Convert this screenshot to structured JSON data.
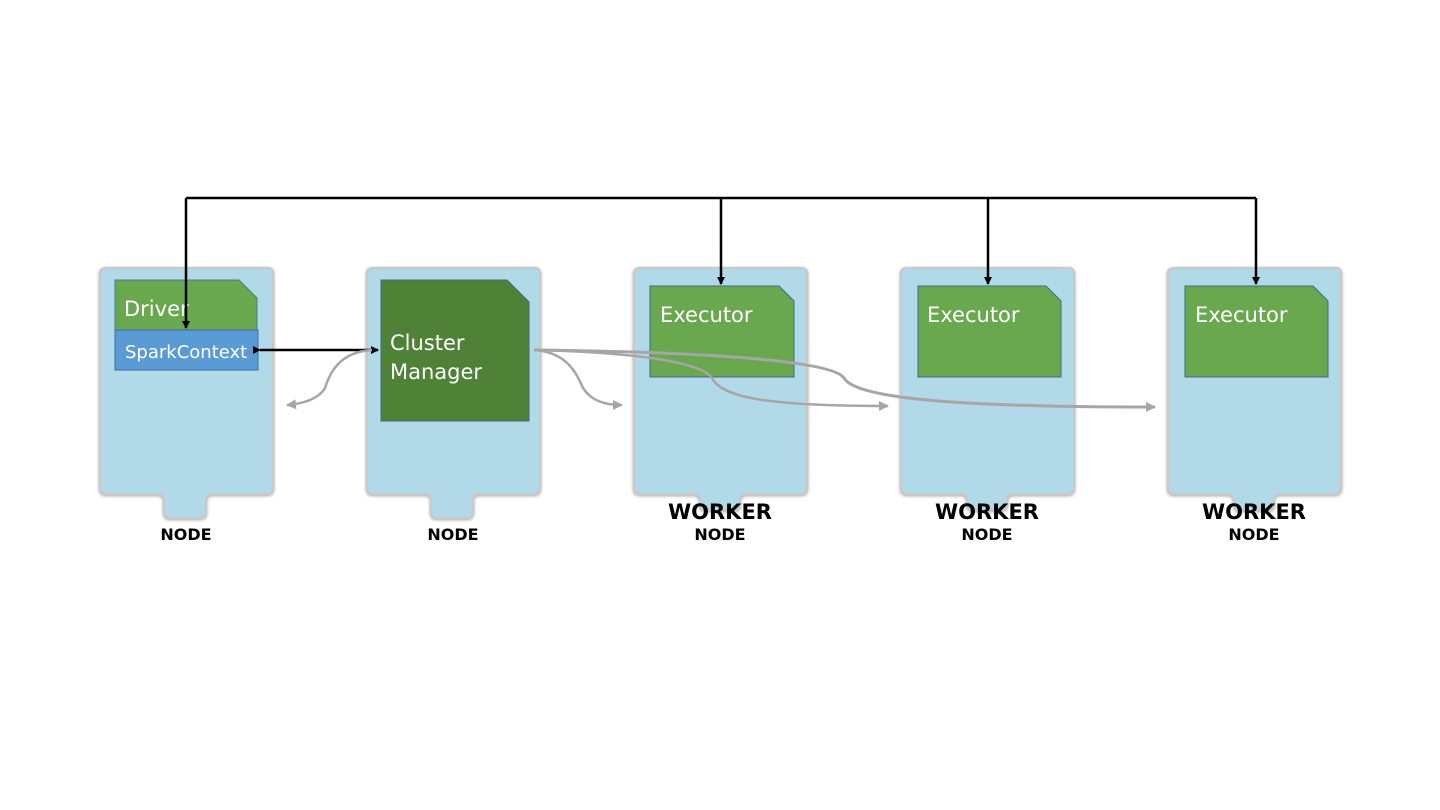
{
  "diagram": {
    "nodes": [
      {
        "id": "driver-node",
        "primary_label": "",
        "secondary_label": "NODE",
        "box_title": "Driver",
        "sub_box": "SparkContext"
      },
      {
        "id": "cluster-manager-node",
        "primary_label": "",
        "secondary_label": "NODE",
        "box_title_line1": "Cluster",
        "box_title_line2": "Manager"
      },
      {
        "id": "worker-node-1",
        "primary_label": "WORKER",
        "secondary_label": "NODE",
        "box_title": "Executor"
      },
      {
        "id": "worker-node-2",
        "primary_label": "WORKER",
        "secondary_label": "NODE",
        "box_title": "Executor"
      },
      {
        "id": "worker-node-3",
        "primary_label": "WORKER",
        "secondary_label": "NODE",
        "box_title": "Executor"
      }
    ],
    "colors": {
      "node_fill": "#b2d9e7",
      "node_shadow": "#9a9a9a",
      "driver_green": "#6aa84f",
      "cluster_green": "#4f8236",
      "executor_green": "#6aa84f",
      "spark_blue": "#5b9bd5",
      "arrow_black": "#000000",
      "arrow_gray": "#a6a6a6"
    }
  }
}
